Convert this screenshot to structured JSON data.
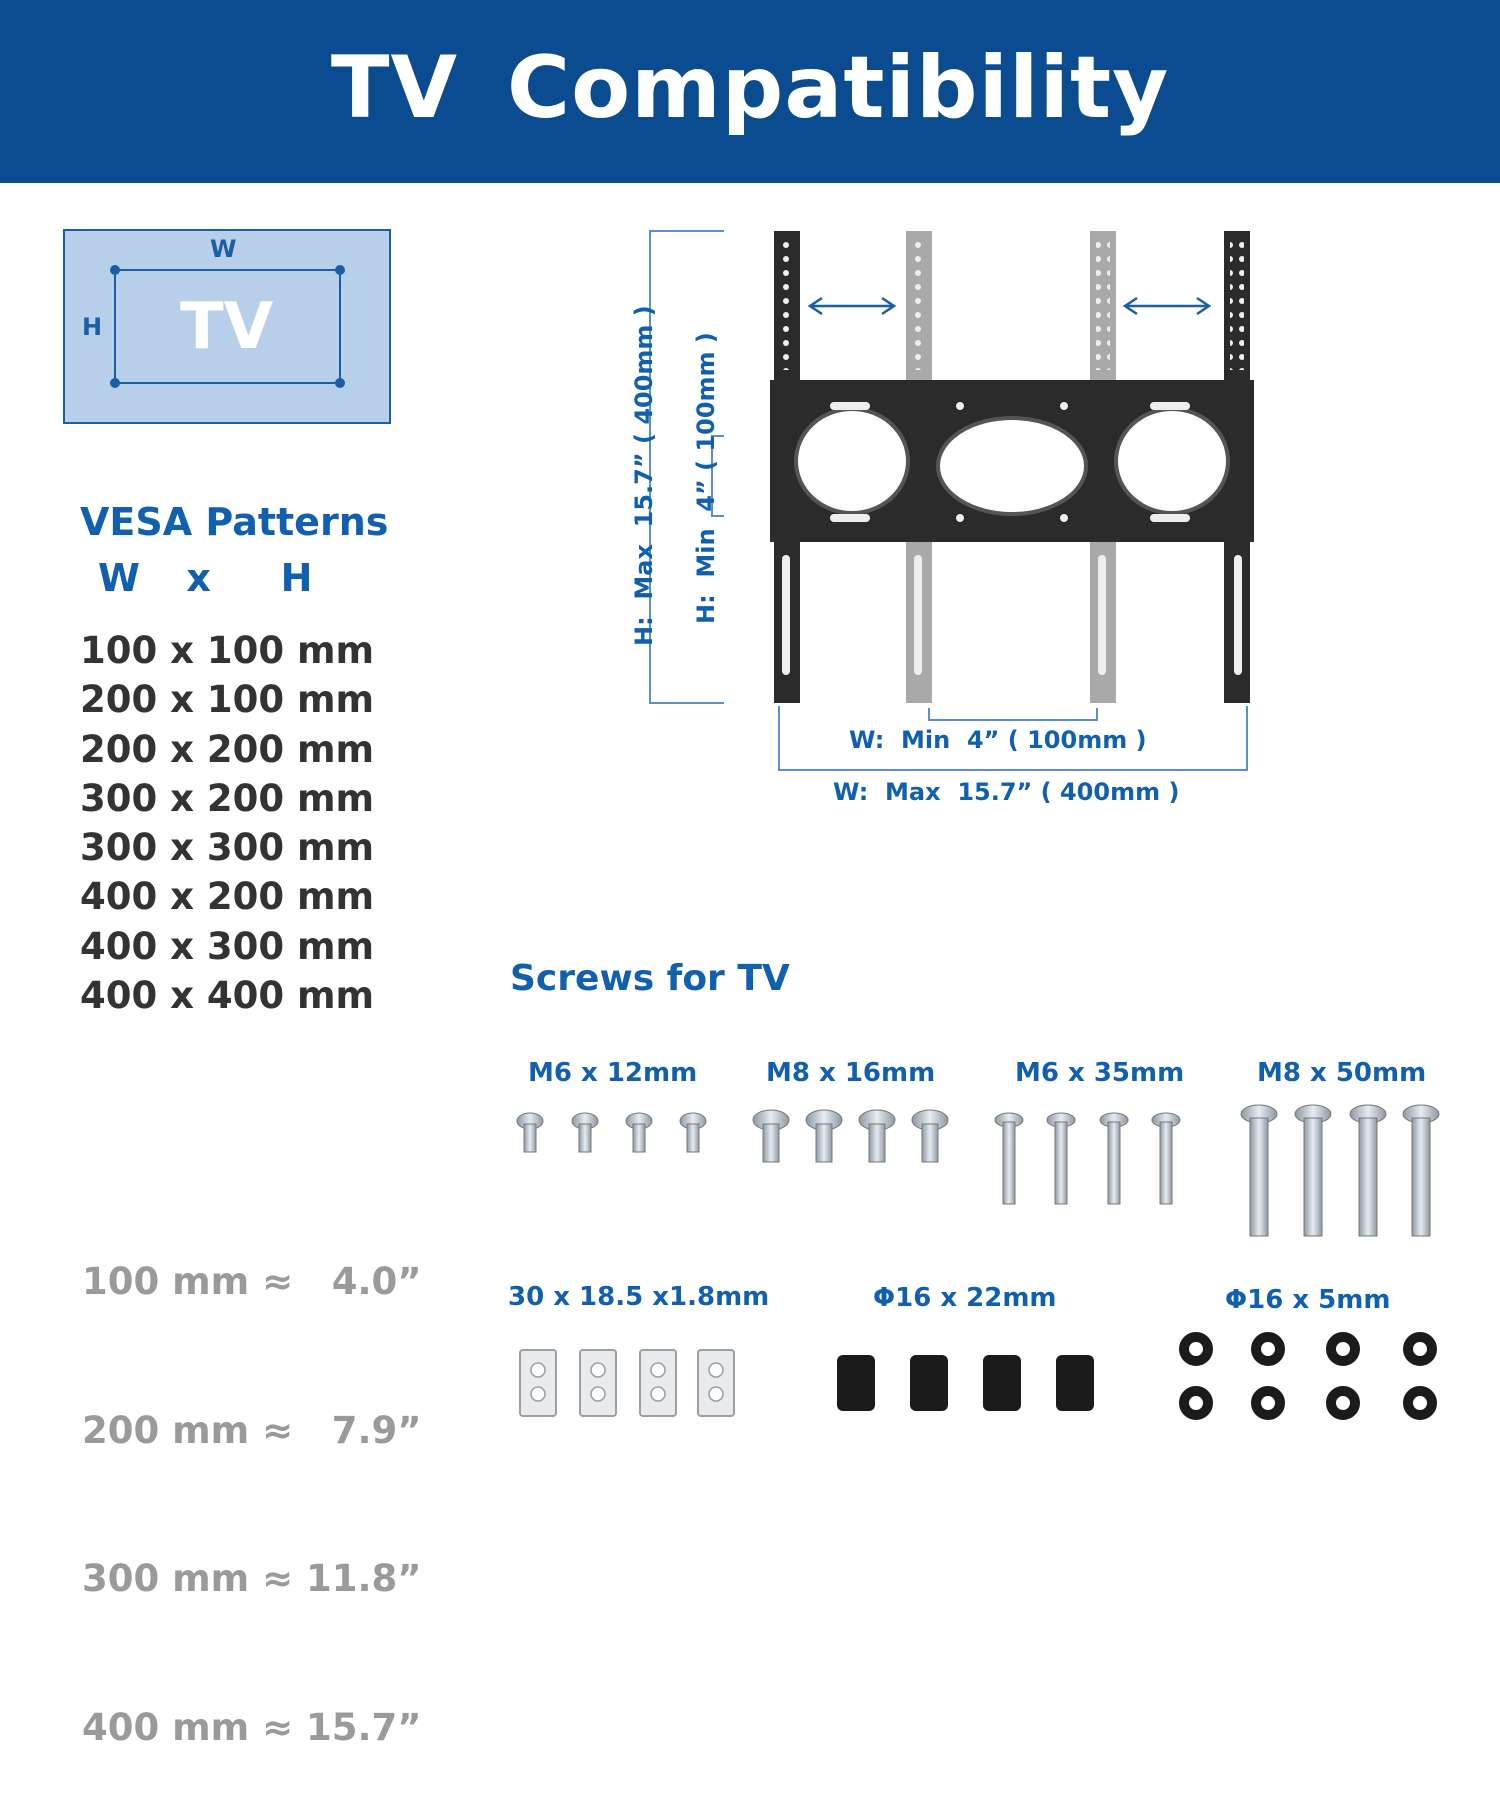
{
  "header": {
    "title": "TV  Compatibility"
  },
  "tv_diagram": {
    "label": "TV",
    "w": "W",
    "h": "H"
  },
  "vesa": {
    "title": "VESA Patterns",
    "sub": "W  x   H",
    "patterns": [
      "100 x 100 mm",
      "200 x 100 mm",
      "200 x 200 mm",
      "300 x 200 mm",
      "300 x 300 mm",
      "400 x 200 mm",
      "400 x 300 mm",
      "400 x 400 mm"
    ]
  },
  "conversions": [
    "100 mm ≈   4.0”",
    "200 mm ≈   7.9”",
    "300 mm ≈ 11.8”",
    "400 mm ≈ 15.7”"
  ],
  "mount": {
    "h_max": "H:  Max  15.7” ( 400mm )",
    "h_min": "H:  Min  4” ( 100mm )",
    "w_min": "W:  Min  4” ( 100mm )",
    "w_max": "W:  Max  15.7” ( 400mm )"
  },
  "screws": {
    "title": "Screws for TV",
    "labels": [
      "M6 x 12mm",
      "M8 x 16mm",
      "M6 x 35mm",
      "M8 x 50mm",
      "30 x 18.5 x1.8mm",
      "Φ16 x 22mm",
      "Φ16 x 5mm"
    ]
  },
  "colors": {
    "header": "#0a4c8f",
    "accent": "#1160b0",
    "tv_fill": "#b8cfe9",
    "bracket": "#2b2b2b",
    "arm_gray": "#a9a9a9"
  }
}
